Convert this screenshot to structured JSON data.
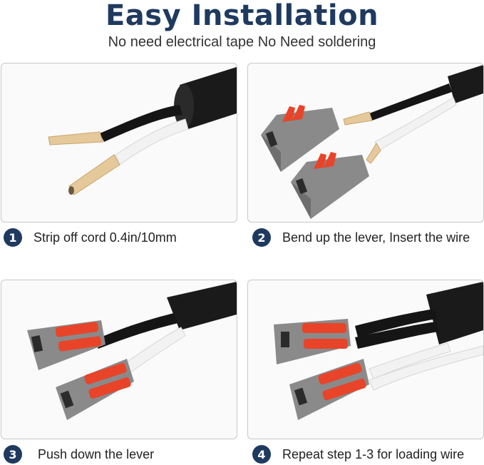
{
  "header": {
    "title": "Easy Installation",
    "subtitle": "No need electrical tape No Need soldering"
  },
  "steps": [
    {
      "number": "1",
      "text": "Strip off cord 0.4in/10mm"
    },
    {
      "number": "2",
      "text": "Bend up the lever, Insert the wire"
    },
    {
      "number": "3",
      "text": "Push down the lever"
    },
    {
      "number": "4",
      "text": "Repeat step 1-3 for loading wire"
    }
  ],
  "colors": {
    "title": "#1f3a5f",
    "cable": "#1a1a1a",
    "connector_body": "#8a8a8a",
    "lever": "#e8442a",
    "copper": "#e6c99a"
  }
}
